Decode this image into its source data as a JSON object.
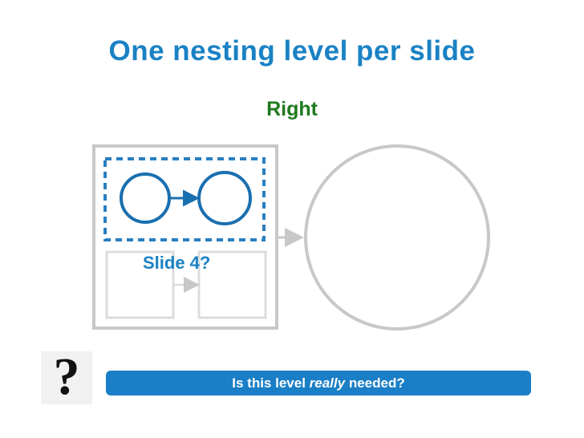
{
  "slide": {
    "title": "One nesting level per slide",
    "subtitle": "Right",
    "nested_label": "Slide 4?",
    "banner": {
      "before": "Is this level ",
      "emphasis": "really",
      "after": " needed?"
    }
  },
  "colors": {
    "title": "#1a82c4",
    "subtitle": "#1f7a1f",
    "accent": "#1a7fc6",
    "gray": "#c8c8c8",
    "dashed": "#2a7fc0"
  },
  "icons": {
    "question": "question-mark-icon"
  }
}
